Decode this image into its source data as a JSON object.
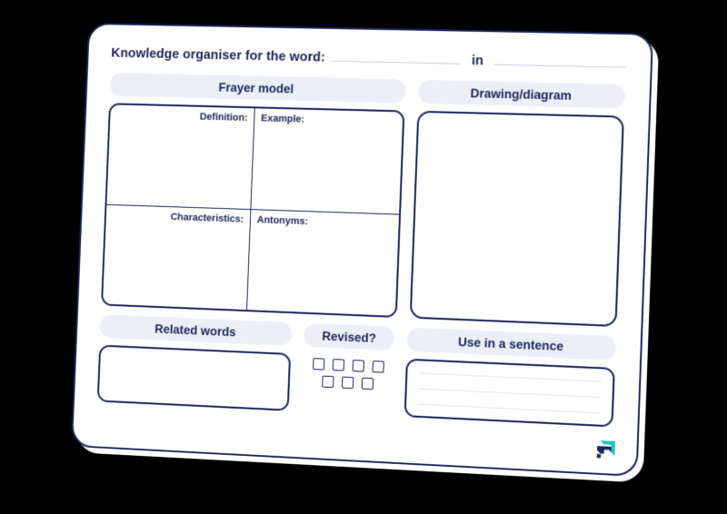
{
  "document": {
    "type": "worksheet",
    "title": "Knowledge organiser"
  },
  "header": {
    "title": "Knowledge organiser for the word:",
    "connector": "in",
    "word_value": "",
    "subject_value": ""
  },
  "sections": {
    "frayer": {
      "pill_label": "Frayer model",
      "quadrants": [
        {
          "label": "Definition:",
          "value": ""
        },
        {
          "label": "Example:",
          "value": ""
        },
        {
          "label": "Characteristics:",
          "value": ""
        },
        {
          "label": "Antonyms:",
          "value": ""
        }
      ]
    },
    "drawing": {
      "pill_label": "Drawing/diagram",
      "value": ""
    },
    "related_words": {
      "pill_label": "Related words",
      "value": ""
    },
    "revised": {
      "pill_label": "Revised?",
      "rows": [
        {
          "count": 4,
          "checked": [
            false,
            false,
            false,
            false
          ]
        },
        {
          "count": 3,
          "checked": [
            false,
            false,
            false
          ]
        }
      ]
    },
    "sentence": {
      "pill_label": "Use in a sentence",
      "line_count": 3,
      "lines": [
        "",
        "",
        ""
      ]
    }
  },
  "branding": {
    "logo_name": "brand-logo",
    "logo_primary": "#18c8c0",
    "logo_secondary": "#1b2559"
  },
  "colors": {
    "ink": "#1b2559",
    "pill_bg": "#eceff8",
    "rule": "#dfe3ee",
    "fill_line": "#c9cfe0",
    "page": "#ffffff",
    "background": "#000000"
  }
}
